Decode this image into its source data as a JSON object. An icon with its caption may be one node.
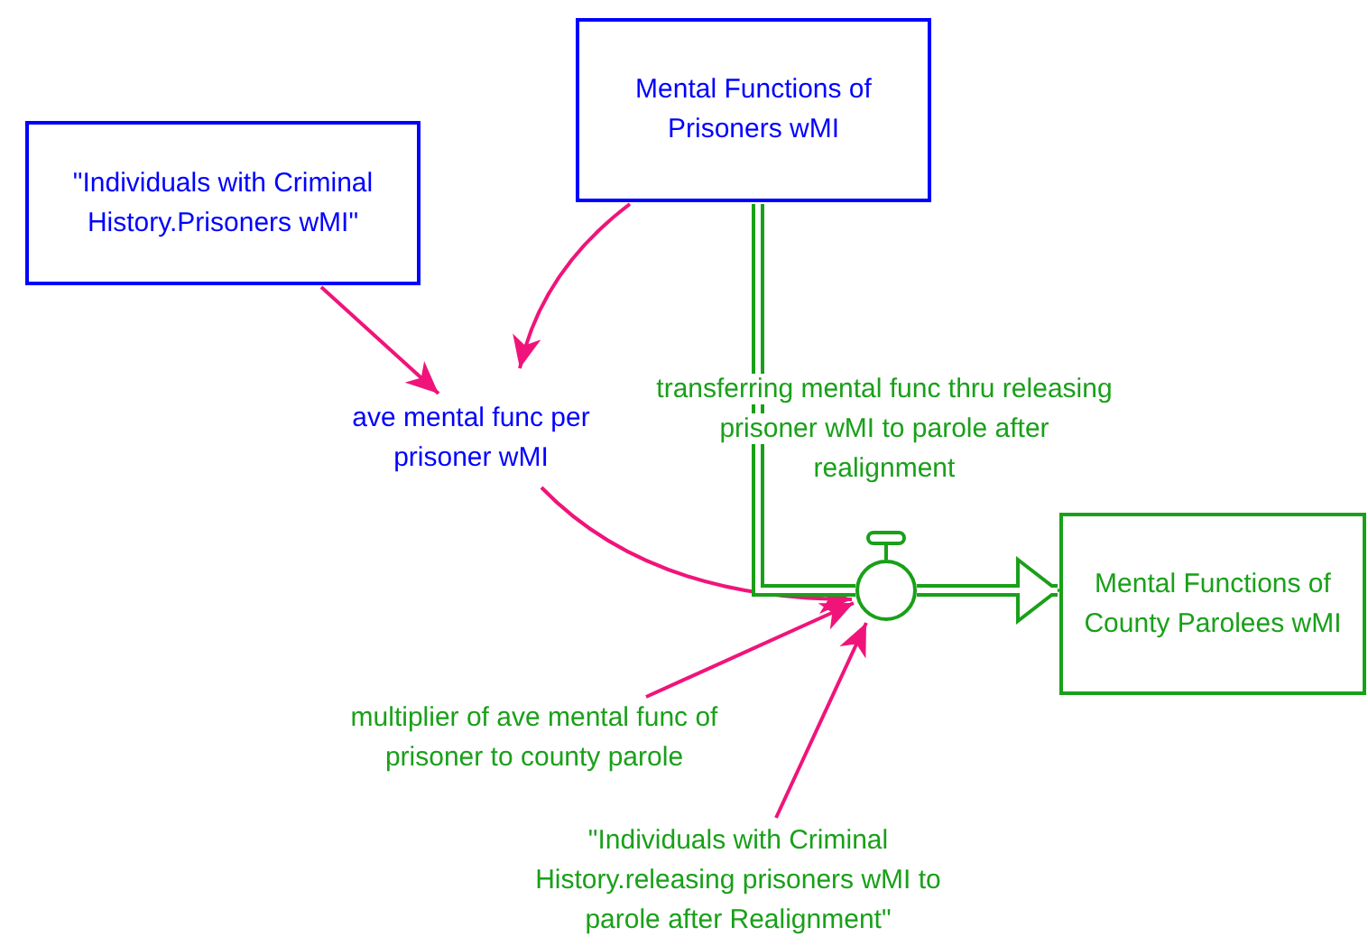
{
  "diagram": {
    "nodes": [
      {
        "text": [
          "\"Individuals with Criminal History.Prisoners wMI\""
        ]
      },
      {
        "text": [
          "Mental Functions of Prisoners wMI"
        ]
      },
      {
        "text": [
          "ave mental func per prisoner wMI"
        ]
      },
      {
        "text": [],
        "shape": "circle",
        "beside": [
          "transferring mental func thru releasing prisoner wMI to parole after realignment"
        ]
      },
      {
        "text": [
          "Mental Functions of County Parolees wMI"
        ]
      },
      {
        "text": [
          "multiplier of ave mental func of prisoner to county parole"
        ]
      },
      {
        "text": [
          "\"Individuals with Criminal History.releasing prisoners wMI to parole after Realignment\""
        ]
      }
    ],
    "edges": [
      {
        "from": 0,
        "to": 2,
        "arrow": "to"
      },
      {
        "from": 1,
        "to": 2,
        "arrow": "to"
      },
      {
        "from": 2,
        "to": 3,
        "arrow": "to"
      },
      {
        "from": 5,
        "to": 3,
        "arrow": "to"
      },
      {
        "from": 6,
        "to": 3,
        "arrow": "to"
      },
      {
        "from": 1,
        "to": 3,
        "arrow": "none",
        "style": "thick",
        "color": "#19a019"
      },
      {
        "from": 3,
        "to": 4,
        "arrow": "to",
        "style": "thick",
        "color": "#19a019"
      }
    ]
  }
}
